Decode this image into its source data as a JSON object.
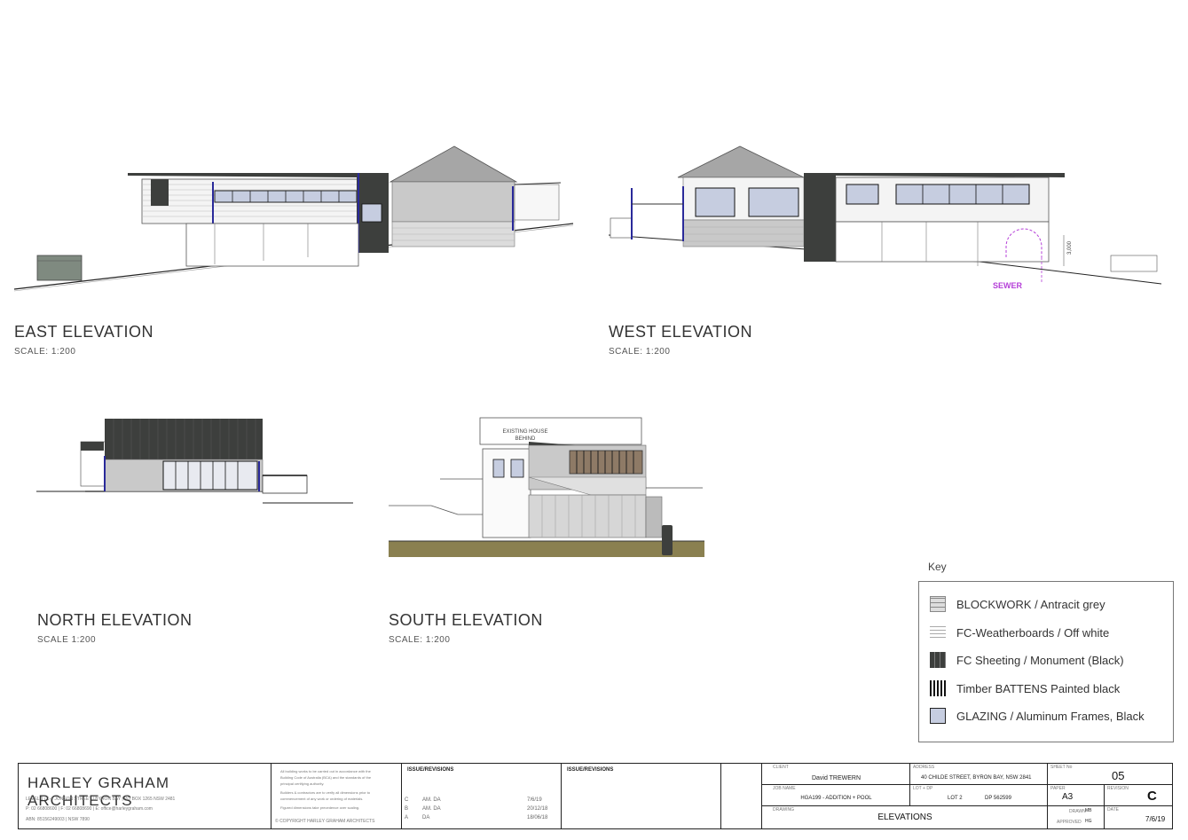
{
  "elevations": {
    "east": {
      "title": "EAST ELEVATION",
      "scale": "SCALE: 1:200"
    },
    "west": {
      "title": "WEST ELEVATION",
      "scale": "SCALE: 1:200",
      "sewer_label": "SEWER",
      "dim_label": "3,000"
    },
    "north": {
      "title": "NORTH ELEVATION",
      "scale": "SCALE  1:200"
    },
    "south": {
      "title": "SOUTH ELEVATION",
      "scale": "SCALE: 1:200",
      "note": "EXISTING HOUSE BEHIND"
    }
  },
  "key": {
    "title": "Key",
    "items": [
      {
        "label": "BLOCKWORK / Antracit grey",
        "swatch": "blockwork"
      },
      {
        "label": "FC-Weatherboards / Off white",
        "swatch": "weatherboard"
      },
      {
        "label": "FC Sheeting / Monument (Black)",
        "swatch": "fc-sheeting"
      },
      {
        "label": "Timber BATTENS Painted black",
        "swatch": "battens"
      },
      {
        "label": "GLAZING / Aluminum Frames, Black",
        "swatch": "glazing"
      }
    ]
  },
  "colors": {
    "blockwork": "#c9c9c9",
    "fc_sheeting": "#3d3f3d",
    "glazing": "#c6cde0",
    "frame_blue": "#2a2a9a",
    "roof_grey": "#a6a6a6",
    "sewer": "#b53fd8",
    "ground_olive": "#8a8050"
  },
  "title_block": {
    "firm": "HARLEY GRAHAM ARCHITECTS",
    "address_line1": "LEVEL 1 / 1-4 JONSON STREET | BYRON BAY | PO BOX 1265 NSW 2481",
    "address_line2": "P: 02 66808600 | F: 02 66808690 | E: office@harleygraham.com",
    "abn": "ABN: 85156249003 | NSW 7890",
    "notes": [
      "All building works to be carried out in accordance with the",
      "Building Code of Australia (BCA) and the standards of the",
      "principal certifying authority.",
      "Builders & contractors are to verify all dimensions prior to",
      "commencement of any work or ordering of materials.",
      "Figured dimensions take precedence over scaling."
    ],
    "copyright": "© COPYRIGHT HARLEY GRAHAM ARCHITECTS",
    "issue_header": "ISSUE/REVISIONS",
    "revisions": [
      {
        "rev": "C",
        "desc": "AM. DA",
        "date": "7/6/19"
      },
      {
        "rev": "B",
        "desc": "AM. DA",
        "date": "20/12/18"
      },
      {
        "rev": "A",
        "desc": "DA",
        "date": "18/06/18"
      }
    ],
    "issue_header_2": "ISSUE/REVISIONS",
    "client_label": "CLIENT",
    "client": "David TREWERN",
    "address_label": "ADDRESS",
    "address": "40 CHILDE STREET, BYRON BAY, NSW 2841",
    "sheet_label": "SHEET No",
    "sheet": "05",
    "job_label": "JOB NAME",
    "job": "HGA199 - ADDITION + POOL",
    "lot_label": "LOT + DP",
    "lot": "LOT 2",
    "dp": "DP 562599",
    "paper_label": "PAPER",
    "paper": "A3",
    "revision_label": "REVISION",
    "revision": "C",
    "drawing_label": "DRAWING",
    "drawing": "ELEVATIONS",
    "drawn_label": "DRAWN",
    "drawn": "MB",
    "approved_label": "APPROVED",
    "approved": "HG",
    "date_label": "DATE",
    "date": "7/6/19"
  }
}
